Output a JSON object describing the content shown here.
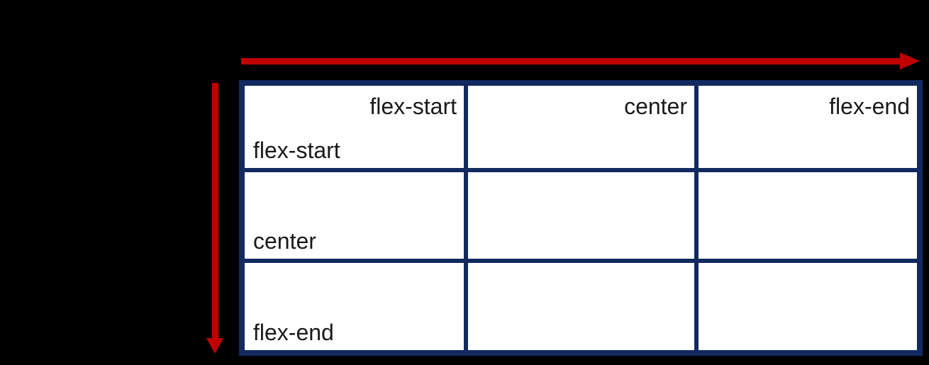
{
  "colors": {
    "background": "#000000",
    "arrow": "#c00000",
    "table_border": "#122a60",
    "cell_background": "#ffffff",
    "text": "#1a1a1a"
  },
  "icons": {
    "horizontal_axis": "right-arrow",
    "vertical_axis": "down-arrow"
  },
  "grid": {
    "column_headers": [
      "flex-start",
      "center",
      "flex-end"
    ],
    "row_labels": [
      "flex-start",
      "center",
      "flex-end"
    ]
  }
}
